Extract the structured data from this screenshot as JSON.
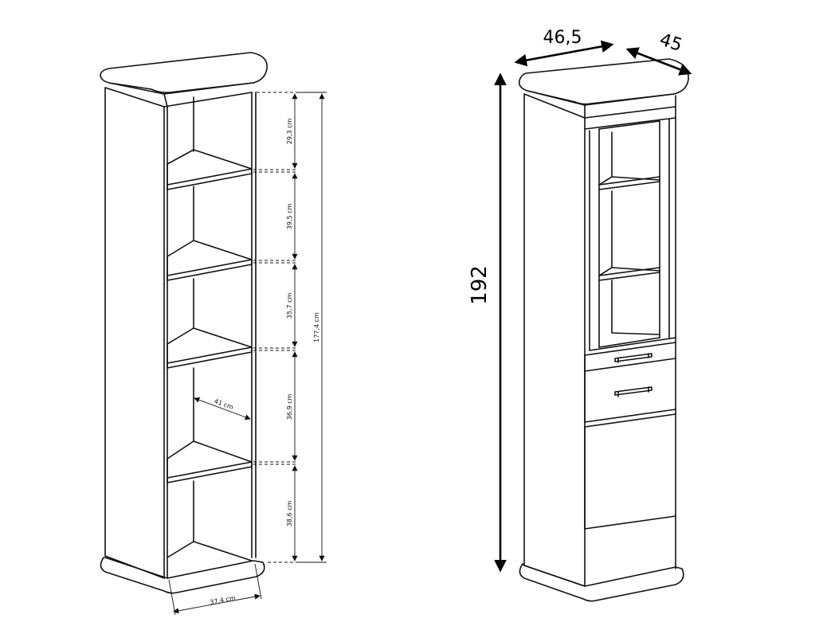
{
  "left_unit": {
    "shelf_heights": [
      "29,3 cm",
      "39,5 cm",
      "35,7 cm",
      "36,9 cm",
      "38,6 cm"
    ],
    "total_height": "177,4 cm",
    "inner_depth": "41 cm",
    "inner_width": "37,4 cm"
  },
  "right_unit": {
    "width": "46,5",
    "depth": "45",
    "height": "192"
  }
}
